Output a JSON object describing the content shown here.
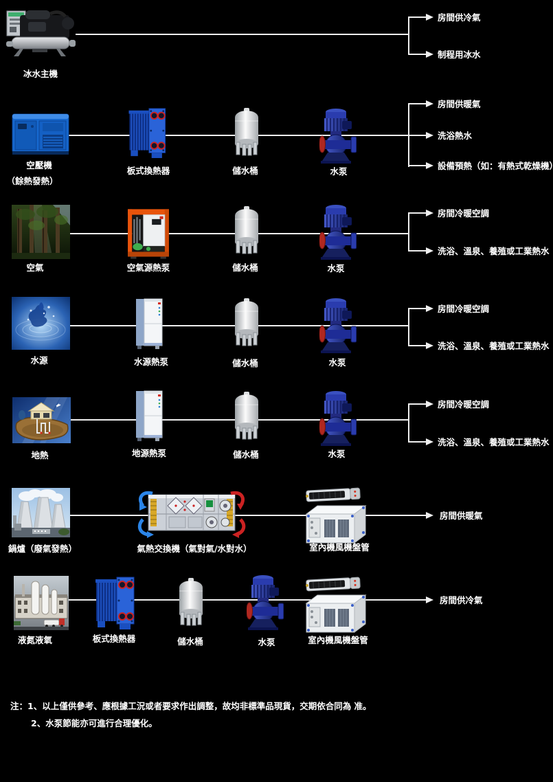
{
  "colors": {
    "background": "#000000",
    "flow_line": "#efefef",
    "text": "#ffffff",
    "hot_arrow": "#cc2222",
    "cold_arrow": "#2b85e8",
    "compressor_blue": "#1668cf",
    "heat_exchanger_blue": "#2a63d8",
    "pump_navy": "#1e2f9a",
    "ashp_orange": "#e8540c"
  },
  "rows": [
    {
      "name": "chiller",
      "devices": [
        {
          "label": "冰水主機"
        }
      ],
      "outputs": [
        {
          "label": "房間供冷氣"
        },
        {
          "label": "制程用冰水"
        }
      ]
    },
    {
      "name": "air-compressor-waste-heat",
      "devices": [
        {
          "label": "空壓機",
          "sublabel": "（餘熱發熱）"
        },
        {
          "label": "板式換熱器"
        },
        {
          "label": "儲水桶"
        },
        {
          "label": "水泵"
        }
      ],
      "outputs": [
        {
          "label": "房間供暖氣"
        },
        {
          "label": "洗浴熱水"
        },
        {
          "label": "設備預熱（如：有熱式乾燥機）"
        }
      ]
    },
    {
      "name": "air-source",
      "devices": [
        {
          "label": "空氣"
        },
        {
          "label": "空氣源熱泵"
        },
        {
          "label": "儲水桶"
        },
        {
          "label": "水泵"
        }
      ],
      "outputs": [
        {
          "label": "房間冷暖空調"
        },
        {
          "label": "洗浴、溫泉、養殖或工業熱水"
        }
      ]
    },
    {
      "name": "water-source",
      "devices": [
        {
          "label": "水源"
        },
        {
          "label": "水源熱泵"
        },
        {
          "label": "儲水桶"
        },
        {
          "label": "水泵"
        }
      ],
      "outputs": [
        {
          "label": "房間冷暖空調"
        },
        {
          "label": "洗浴、溫泉、養殖或工業熱水"
        }
      ]
    },
    {
      "name": "geothermal",
      "devices": [
        {
          "label": "地熱"
        },
        {
          "label": "地源熱泵"
        },
        {
          "label": "儲水桶"
        },
        {
          "label": "水泵"
        }
      ],
      "outputs": [
        {
          "label": "房間冷暖空調"
        },
        {
          "label": "洗浴、溫泉、養殖或工業熱水"
        }
      ]
    },
    {
      "name": "boiler-waste-gas",
      "devices": [
        {
          "label": "鍋爐（廢氣發熱）"
        },
        {
          "label": "氣熱交換機（氣對氣/水對水）"
        },
        {
          "label": "室內機風機盤管"
        }
      ],
      "outputs": [
        {
          "label": "房間供暖氣"
        }
      ]
    },
    {
      "name": "liquid-nitrogen-oxygen",
      "devices": [
        {
          "label": "液氮液氧"
        },
        {
          "label": "板式換熱器"
        },
        {
          "label": "儲水桶"
        },
        {
          "label": "水泵"
        },
        {
          "label": "室內機風機盤管"
        }
      ],
      "outputs": [
        {
          "label": "房間供冷氣"
        }
      ]
    }
  ],
  "notes": [
    "注：1、以上僅供參考、應根據工況或者要求作出調整，故均非標準品現貨，交期依合同為 准。",
    "2、水泵節能亦可進行合理優化。"
  ]
}
